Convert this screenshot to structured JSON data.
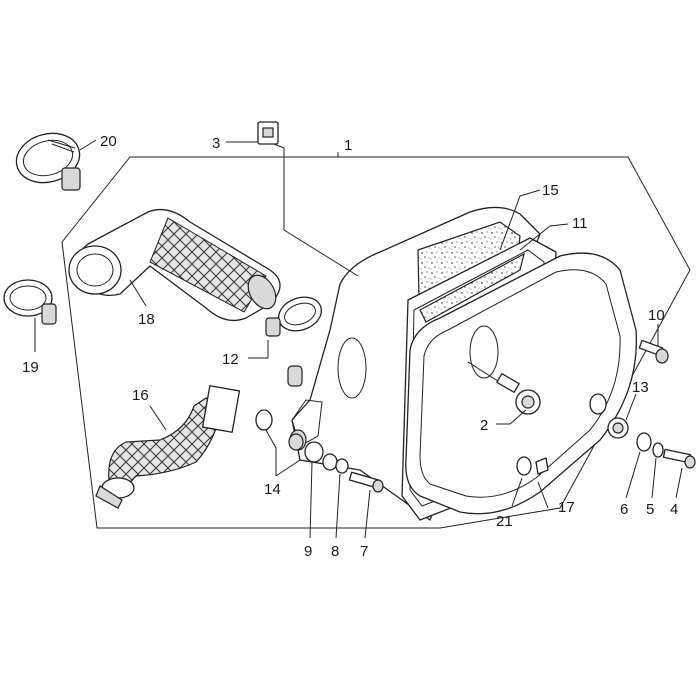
{
  "callouts": [
    {
      "id": "1",
      "text": "1"
    },
    {
      "id": "2",
      "text": "2"
    },
    {
      "id": "3",
      "text": "3"
    },
    {
      "id": "4",
      "text": "4"
    },
    {
      "id": "5",
      "text": "5"
    },
    {
      "id": "6",
      "text": "6"
    },
    {
      "id": "7",
      "text": "7"
    },
    {
      "id": "8",
      "text": "8"
    },
    {
      "id": "9",
      "text": "9"
    },
    {
      "id": "10",
      "text": "10"
    },
    {
      "id": "11",
      "text": "11"
    },
    {
      "id": "12",
      "text": "12"
    },
    {
      "id": "13",
      "text": "13"
    },
    {
      "id": "14",
      "text": "14"
    },
    {
      "id": "15",
      "text": "15"
    },
    {
      "id": "16",
      "text": "16"
    },
    {
      "id": "17",
      "text": "17"
    },
    {
      "id": "18",
      "text": "18"
    },
    {
      "id": "19",
      "text": "19"
    },
    {
      "id": "20",
      "text": "20"
    },
    {
      "id": "21",
      "text": "21"
    }
  ],
  "colors": {
    "line": "#222222",
    "background": "#ffffff",
    "part_shade": "#d9d9d9"
  }
}
